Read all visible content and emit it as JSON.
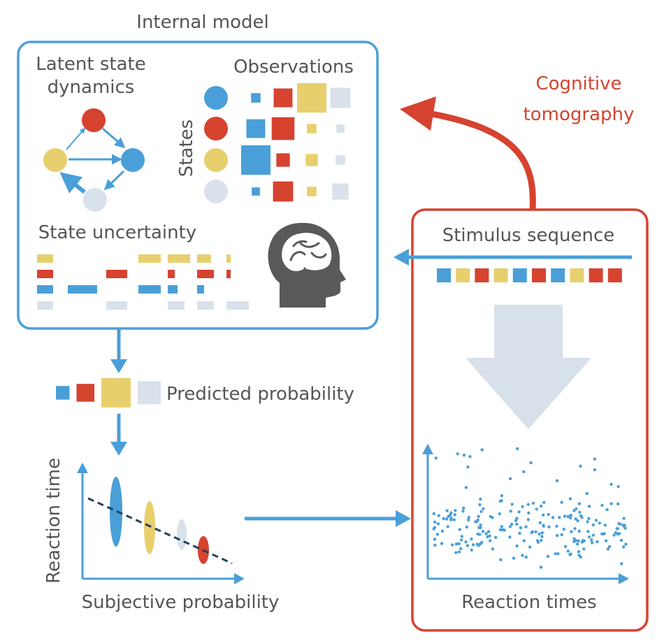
{
  "colors": {
    "blue": "#4a9fd8",
    "red": "#d6432f",
    "yellow": "#e8cf6e",
    "grey": "#d9e1ea",
    "text": "#555555",
    "dark_grey": "#595959",
    "arrow_grey": "#d8e0ea",
    "dash": "#22425c"
  },
  "labels": {
    "internal_model": "Internal model",
    "latent_line1": "Latent state",
    "latent_line2": "dynamics",
    "observations": "Observations",
    "states": "States",
    "state_uncertainty": "State uncertainty",
    "cognitive_line1": "Cognitive",
    "cognitive_line2": "tomography",
    "stimulus_sequence": "Stimulus sequence",
    "predicted_probability": "Predicted probability",
    "reaction_time": "Reaction time",
    "subjective_probability": "Subjective probability",
    "reaction_times": "Reaction times"
  },
  "states": [
    "blue",
    "red",
    "yellow",
    "grey"
  ],
  "observation_matrix": [
    [
      0.2,
      0.55,
      0.95,
      0.6
    ],
    [
      0.55,
      0.7,
      0.2,
      0.15
    ],
    [
      0.95,
      0.35,
      0.3,
      0.2
    ],
    [
      0.15,
      0.6,
      0.2,
      0.45
    ]
  ],
  "stimulus_sequence": [
    "blue",
    "yellow",
    "red",
    "yellow",
    "blue",
    "red",
    "blue",
    "yellow",
    "red",
    "red"
  ],
  "predicted_probability": [
    0.25,
    0.45,
    1.0,
    0.7
  ],
  "icons": {
    "brain_head": "head-with-brain-icon"
  }
}
